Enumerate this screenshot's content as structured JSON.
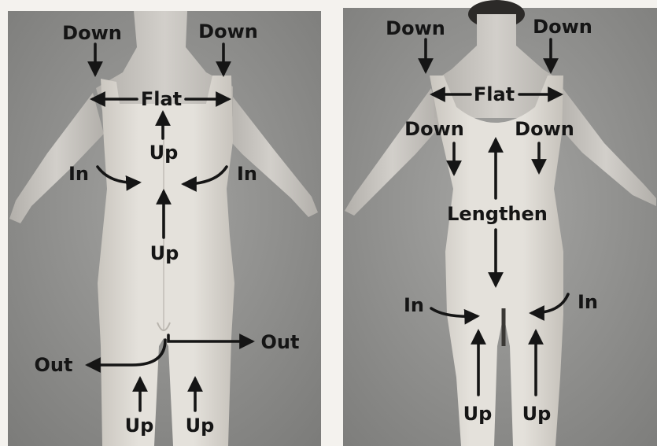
{
  "panels": [
    {
      "name": "front-view",
      "labels": {
        "down_left": "Down",
        "down_right": "Down",
        "flat": "Flat",
        "up_chest": "Up",
        "in_left": "In",
        "in_right": "In",
        "up_abdomen": "Up",
        "out_right": "Out",
        "out_left": "Out",
        "up_leg_left": "Up",
        "up_leg_right": "Up"
      }
    },
    {
      "name": "back-view",
      "labels": {
        "down_left": "Down",
        "down_right": "Down",
        "flat": "Flat",
        "down_back_left": "Down",
        "down_back_right": "Down",
        "lengthen": "Lengthen",
        "in_left": "In",
        "in_right": "In",
        "up_leg_left": "Up",
        "up_leg_right": "Up"
      }
    }
  ],
  "colors": {
    "page": "#f4f2ee",
    "background_left": "#8e8e8c",
    "background_right": "#909090",
    "leotard": "#ddd9d2",
    "skin": "#c7c4bf",
    "ink": "#151515"
  }
}
